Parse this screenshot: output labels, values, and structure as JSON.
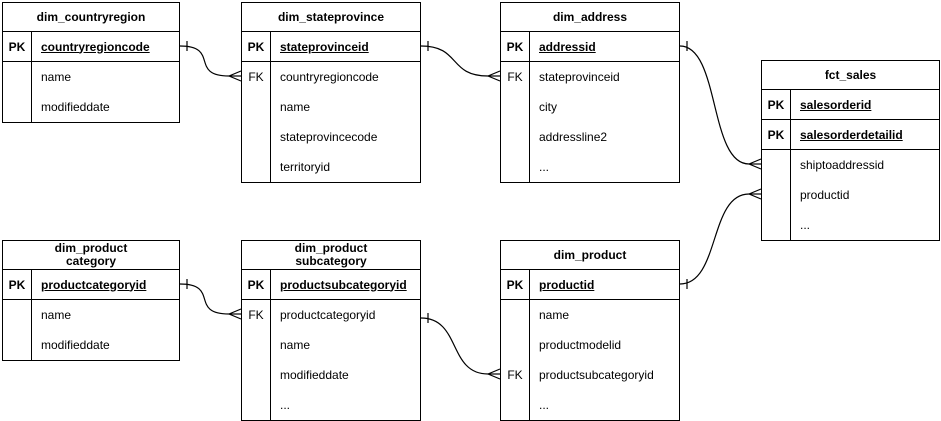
{
  "diagram": {
    "title": "star-schema entity relationship diagram",
    "line_color": "#000000",
    "background_color": "#ffffff",
    "tables": [
      {
        "id": "dim_countryregion",
        "title_lines": [
          "dim_countryregion"
        ],
        "rows": [
          {
            "key": "PK",
            "field": "countryregioncode",
            "pk": true
          },
          {
            "key": "",
            "field": "name",
            "pk": false
          },
          {
            "key": "",
            "field": "modifieddate",
            "pk": false
          }
        ]
      },
      {
        "id": "dim_stateprovince",
        "title_lines": [
          "dim_stateprovince"
        ],
        "rows": [
          {
            "key": "PK",
            "field": "stateprovinceid",
            "pk": true
          },
          {
            "key": "FK",
            "field": "countryregioncode",
            "pk": false
          },
          {
            "key": "",
            "field": "name",
            "pk": false
          },
          {
            "key": "",
            "field": "stateprovincecode",
            "pk": false
          },
          {
            "key": "",
            "field": "territoryid",
            "pk": false
          }
        ]
      },
      {
        "id": "dim_address",
        "title_lines": [
          "dim_address"
        ],
        "rows": [
          {
            "key": "PK",
            "field": "addressid",
            "pk": true
          },
          {
            "key": "FK",
            "field": "stateprovinceid",
            "pk": false
          },
          {
            "key": "",
            "field": "city",
            "pk": false
          },
          {
            "key": "",
            "field": "addressline2",
            "pk": false
          },
          {
            "key": "",
            "field": "...",
            "pk": false
          }
        ]
      },
      {
        "id": "fct_sales",
        "title_lines": [
          "fct_sales"
        ],
        "rows": [
          {
            "key": "PK",
            "field": "salesorderid",
            "pk": true
          },
          {
            "key": "PK",
            "field": "salesorderdetailid",
            "pk": true
          },
          {
            "key": "",
            "field": "shiptoaddressid",
            "pk": false
          },
          {
            "key": "",
            "field": "productid",
            "pk": false
          },
          {
            "key": "",
            "field": "...",
            "pk": false
          }
        ]
      },
      {
        "id": "dim_productcategory",
        "title_lines": [
          "dim_product",
          "category"
        ],
        "rows": [
          {
            "key": "PK",
            "field": "productcategoryid",
            "pk": true
          },
          {
            "key": "",
            "field": "name",
            "pk": false
          },
          {
            "key": "",
            "field": "modifieddate",
            "pk": false
          }
        ]
      },
      {
        "id": "dim_productsubcategory",
        "title_lines": [
          "dim_product",
          "subcategory"
        ],
        "rows": [
          {
            "key": "PK",
            "field": "productsubcategoryid",
            "pk": true
          },
          {
            "key": "FK",
            "field": "productcategoryid",
            "pk": false
          },
          {
            "key": "",
            "field": "name",
            "pk": false
          },
          {
            "key": "",
            "field": "modifieddate",
            "pk": false
          },
          {
            "key": "",
            "field": "...",
            "pk": false
          }
        ]
      },
      {
        "id": "dim_product",
        "title_lines": [
          "dim_product"
        ],
        "rows": [
          {
            "key": "PK",
            "field": "productid",
            "pk": true
          },
          {
            "key": "",
            "field": "name",
            "pk": false
          },
          {
            "key": "",
            "field": "productmodelid",
            "pk": false
          },
          {
            "key": "FK",
            "field": "productsubcategoryid",
            "pk": false
          },
          {
            "key": "",
            "field": "...",
            "pk": false
          }
        ]
      }
    ],
    "relationships": [
      {
        "name": "countryregion-to-stateprovince",
        "from": "dim_countryregion.countryregioncode",
        "from_cardinality": "one",
        "to": "dim_stateprovince.countryregioncode",
        "to_cardinality": "many"
      },
      {
        "name": "stateprovince-to-address",
        "from": "dim_stateprovince.stateprovinceid",
        "from_cardinality": "one",
        "to": "dim_address.stateprovinceid",
        "to_cardinality": "many"
      },
      {
        "name": "address-to-sales",
        "from": "dim_address.addressid",
        "from_cardinality": "one",
        "to": "fct_sales.shiptoaddressid",
        "to_cardinality": "many"
      },
      {
        "name": "product-to-sales",
        "from": "dim_product.productid",
        "from_cardinality": "one",
        "to": "fct_sales.productid",
        "to_cardinality": "many"
      },
      {
        "name": "category-to-subcategory",
        "from": "dim_productcategory.productcategoryid",
        "from_cardinality": "one",
        "to": "dim_productsubcategory.productcategoryid",
        "to_cardinality": "many"
      },
      {
        "name": "subcategory-to-product",
        "from": "dim_productsubcategory.productsubcategoryid",
        "from_cardinality": "one",
        "to": "dim_product.productsubcategoryid",
        "to_cardinality": "many"
      }
    ]
  }
}
